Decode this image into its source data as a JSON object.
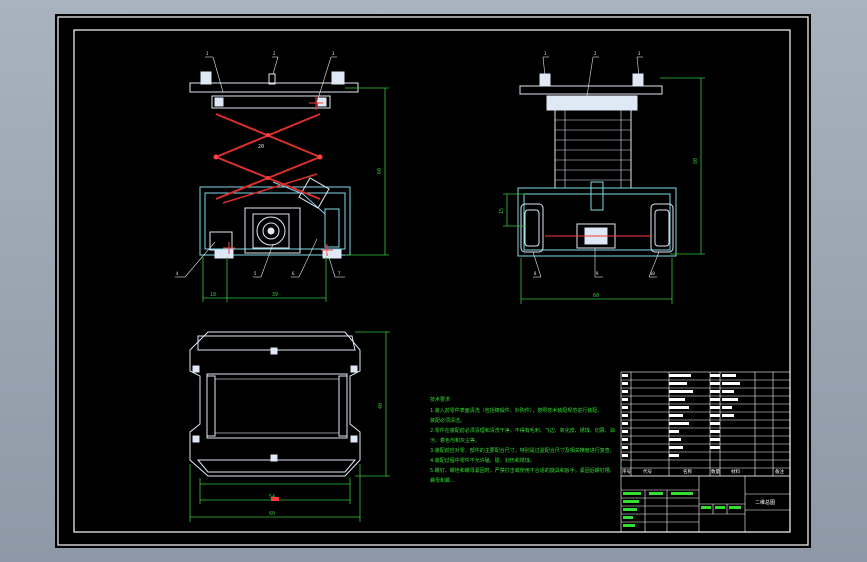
{
  "colors": {
    "background": "#000000",
    "frame": "#ffffff",
    "mechanism": "#dfe9f5",
    "cyan": "#7fd8e8",
    "scissor_arm": "#d9302c",
    "dimension": "#37c837",
    "notes": "#33dd33",
    "titleblock": "#ffffff"
  },
  "dimensions": {
    "front_height": "60",
    "front_bottom_left": "18",
    "front_bottom_width": "39",
    "arm_label": "20",
    "side_height": "80",
    "side_left_small": "15",
    "side_bottom_width": "60",
    "plan_height": "40",
    "plan_width": "60",
    "plan_inner": "54"
  },
  "balloons": {
    "front": [
      "1",
      "2",
      "3",
      "4",
      "5",
      "6",
      "7"
    ],
    "side": [
      "1",
      "2",
      "3",
      "8",
      "9",
      "10"
    ]
  },
  "notes": {
    "heading": "技术要求",
    "lines": [
      "1.装入前零件表面清洗（包括铸锻件、外购件），按照技术装配规范进行装配。",
      "  装配必须清洁。",
      "2.零件在装配前必须清理和清洗干净，不得有毛刺、飞边、氧化皮、锈蚀、切屑、油",
      "  污、着色剂和灰尘等。",
      "3.装配前应对零、部件的主要配合尺寸，特别是过盈配合尺寸及相关精度进行复查。",
      "4.装配过程中零件不允许磕、碰、划伤和锈蚀。",
      "5.螺钉、螺栓和螺母紧固时，严禁打击或使用不合适的旋具和扳手。紧固后螺钉槽、",
      "  螺母和螺..."
    ]
  },
  "titleblock": {
    "header": [
      "序号",
      "代号",
      "名称",
      "数量",
      "材料",
      "备注"
    ],
    "title": "二维总图"
  }
}
